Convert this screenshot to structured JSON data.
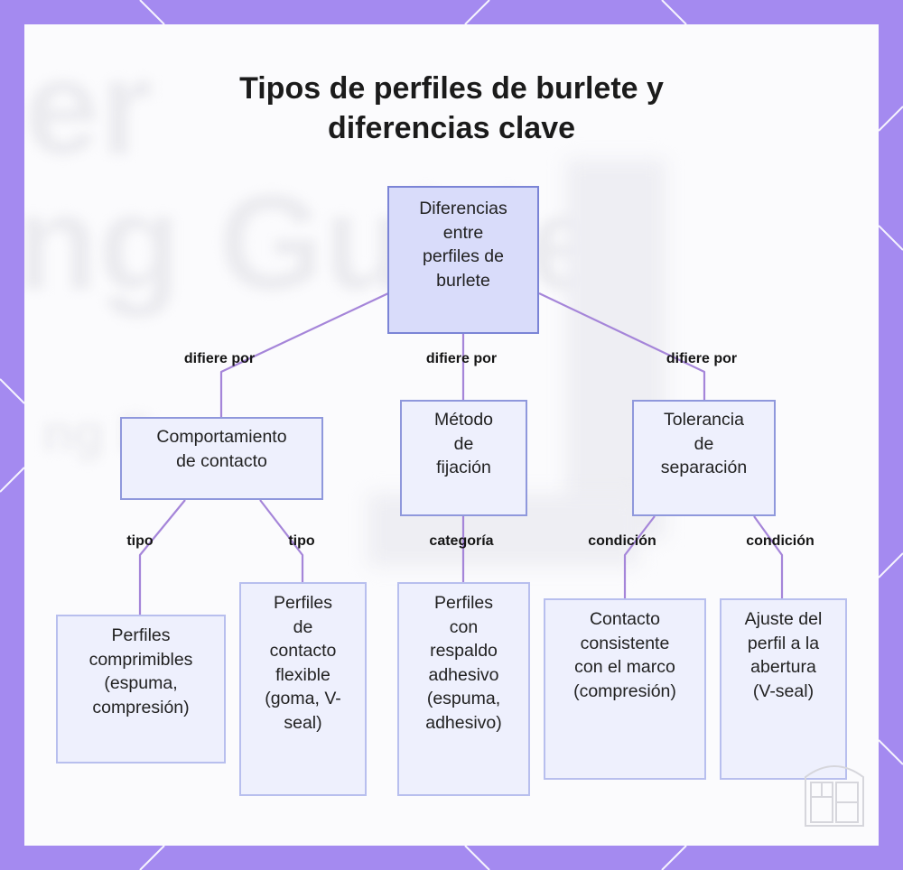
{
  "title_lines": [
    "Tipos de perfiles de burlete y",
    "diferencias clave"
  ],
  "background_ghost_text": [
    "er",
    "ng Guide",
    "ng E"
  ],
  "colors": {
    "frame": "#a48af0",
    "edge": "#a585d9",
    "root_fill": "#d9dcfa",
    "node_fill": "#eef0fd"
  },
  "nodes": {
    "root": {
      "lines": [
        "Diferencias",
        "entre",
        "perfiles de",
        "burlete"
      ]
    },
    "contact": {
      "lines": [
        "Comportamiento",
        "de contacto"
      ]
    },
    "fixation": {
      "lines": [
        "Método",
        "de",
        "fijación"
      ]
    },
    "gap": {
      "lines": [
        "Tolerancia",
        "de",
        "separación"
      ]
    },
    "compressible": {
      "lines": [
        "Perfiles",
        "comprimibles",
        "(espuma,",
        "compresión)"
      ]
    },
    "flexible": {
      "lines": [
        "Perfiles",
        "de",
        "contacto",
        "flexible",
        "(goma, V-",
        "seal)"
      ]
    },
    "adhesive": {
      "lines": [
        "Perfiles",
        "con",
        "respaldo",
        "adhesivo",
        "(espuma,",
        "adhesivo)"
      ]
    },
    "consistent": {
      "lines": [
        "Contacto",
        "consistente",
        "con el marco",
        "(compresión)"
      ]
    },
    "fit": {
      "lines": [
        "Ajuste del",
        "perfil a la",
        "abertura",
        "(V-seal)"
      ]
    }
  },
  "edge_labels": {
    "root_contact": "difiere por",
    "root_fixation": "difiere por",
    "root_gap": "difiere por",
    "contact_compressible": "tipo",
    "contact_flexible": "tipo",
    "fixation_adhesive": "categoría",
    "gap_consistent": "condición",
    "gap_fit": "condición"
  },
  "logo_icon": "door-window-logo-icon"
}
